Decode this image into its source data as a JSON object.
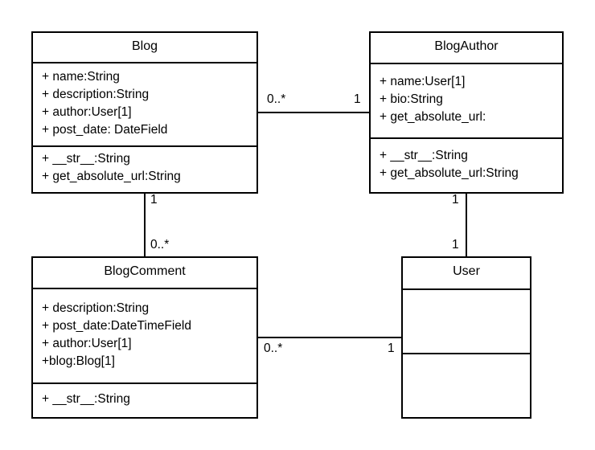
{
  "diagram": {
    "classes": [
      {
        "id": "blog",
        "name": "Blog",
        "attributes": [
          "+ name:String",
          "+ description:String",
          "+ author:User[1]",
          "+ post_date: DateField"
        ],
        "operations": [
          "+ __str__:String",
          "+ get_absolute_url:String"
        ]
      },
      {
        "id": "blogauthor",
        "name": "BlogAuthor",
        "attributes": [
          "+ name:User[1]",
          "+ bio:String",
          "+ get_absolute_url:"
        ],
        "operations": [
          "+ __str__:String",
          "+ get_absolute_url:String"
        ]
      },
      {
        "id": "blogcomment",
        "name": "BlogComment",
        "attributes": [
          "+ description:String",
          "+ post_date:DateTimeField",
          "+ author:User[1]",
          "+blog:Blog[1]"
        ],
        "operations": [
          "+ __str__:String"
        ]
      },
      {
        "id": "user",
        "name": "User",
        "attributes": [],
        "operations": []
      }
    ],
    "associations": [
      {
        "from": "blog",
        "to": "blogauthor",
        "from_multiplicity": "0..*",
        "to_multiplicity": "1"
      },
      {
        "from": "blog",
        "to": "blogcomment",
        "from_multiplicity": "1",
        "to_multiplicity": "0..*"
      },
      {
        "from": "blogauthor",
        "to": "user",
        "from_multiplicity": "1",
        "to_multiplicity": "1"
      },
      {
        "from": "blogcomment",
        "to": "user",
        "from_multiplicity": "0..*",
        "to_multiplicity": "1"
      }
    ],
    "colors": {
      "stroke": "#000000",
      "fill": "#ffffff",
      "text": "#000000"
    }
  }
}
